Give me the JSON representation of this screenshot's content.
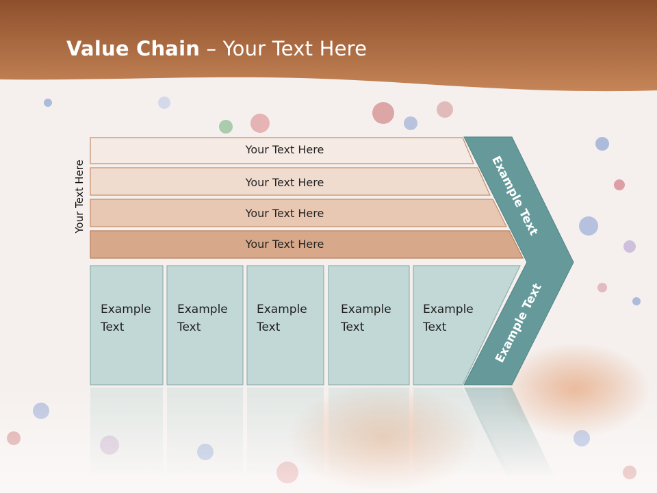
{
  "slide": {
    "title_bold": "Value Chain",
    "title_rest": " – Your Text Here",
    "side_label": "Your Text Here",
    "rows": [
      "Your Text Here",
      "Your Text Here",
      "Your Text Here",
      "Your Text Here"
    ],
    "boxes": [
      {
        "line1": "Example",
        "line2": "Text"
      },
      {
        "line1": "Example",
        "line2": "Text"
      },
      {
        "line1": "Example",
        "line2": "Text"
      },
      {
        "line1": "Example",
        "line2": "Text"
      },
      {
        "line1": "Example",
        "line2": "Text"
      }
    ],
    "arrow_top_label": "Example Text",
    "arrow_bottom_label": "Example Text"
  },
  "colors": {
    "header": "#b87549",
    "row1": "#f6ebe4",
    "row2": "#f0dcce",
    "row3": "#e9c8b3",
    "row4": "#d7a98a",
    "box": "#c2d8d6",
    "arrow": "#65999a"
  }
}
